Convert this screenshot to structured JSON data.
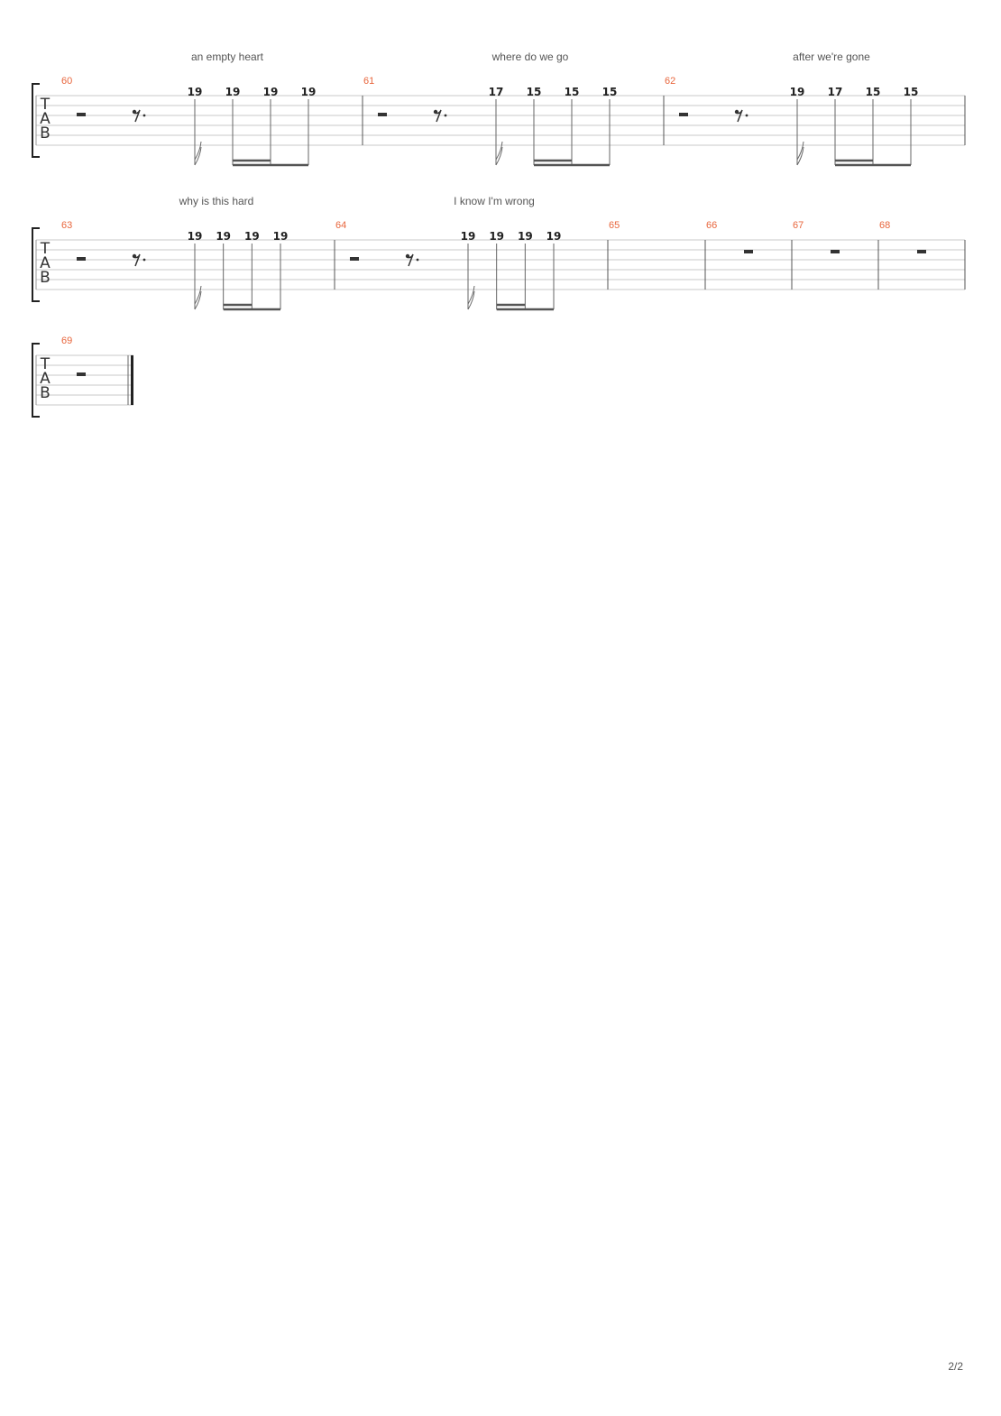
{
  "page_number": "2/2",
  "tab_clef": [
    "T",
    "A",
    "B"
  ],
  "systems": [
    {
      "measures": [
        {
          "number": "60",
          "lyric": "an empty heart",
          "beats": [
            {
              "type": "half-rest"
            },
            {
              "type": "dotted-eighth-rest"
            },
            {
              "type": "note",
              "fret": "19",
              "dur": "16th-grace"
            },
            {
              "type": "note",
              "fret": "19",
              "dur": "16th"
            },
            {
              "type": "note",
              "fret": "19",
              "dur": "8th"
            },
            {
              "type": "note",
              "fret": "19",
              "dur": "8th"
            }
          ]
        },
        {
          "number": "61",
          "lyric": "where do we go",
          "beats": [
            {
              "type": "half-rest"
            },
            {
              "type": "dotted-eighth-rest"
            },
            {
              "type": "note",
              "fret": "17",
              "dur": "16th-grace"
            },
            {
              "type": "note",
              "fret": "15",
              "dur": "16th"
            },
            {
              "type": "note",
              "fret": "15",
              "dur": "8th"
            },
            {
              "type": "note",
              "fret": "15",
              "dur": "8th"
            }
          ]
        },
        {
          "number": "62",
          "lyric": "after we're gone",
          "beats": [
            {
              "type": "half-rest"
            },
            {
              "type": "dotted-eighth-rest"
            },
            {
              "type": "note",
              "fret": "19",
              "dur": "16th-grace"
            },
            {
              "type": "note",
              "fret": "17",
              "dur": "16th"
            },
            {
              "type": "note",
              "fret": "15",
              "dur": "8th"
            },
            {
              "type": "note",
              "fret": "15",
              "dur": "8th"
            }
          ]
        }
      ]
    },
    {
      "measures": [
        {
          "number": "63",
          "lyric": "why is this hard",
          "beats": [
            {
              "type": "half-rest"
            },
            {
              "type": "dotted-eighth-rest"
            },
            {
              "type": "note",
              "fret": "19",
              "dur": "16th-grace"
            },
            {
              "type": "note",
              "fret": "19",
              "dur": "16th"
            },
            {
              "type": "note",
              "fret": "19",
              "dur": "8th"
            },
            {
              "type": "note",
              "fret": "19",
              "dur": "8th"
            }
          ]
        },
        {
          "number": "64",
          "lyric": "I know I'm wrong",
          "beats": [
            {
              "type": "half-rest"
            },
            {
              "type": "dotted-eighth-rest"
            },
            {
              "type": "note",
              "fret": "19",
              "dur": "16th-grace"
            },
            {
              "type": "note",
              "fret": "19",
              "dur": "16th"
            },
            {
              "type": "note",
              "fret": "19",
              "dur": "8th"
            },
            {
              "type": "note",
              "fret": "19",
              "dur": "8th"
            }
          ]
        },
        {
          "number": "65",
          "lyric": "",
          "beats": []
        },
        {
          "number": "66",
          "lyric": "",
          "beats": [
            {
              "type": "whole-rest"
            }
          ]
        },
        {
          "number": "67",
          "lyric": "",
          "beats": [
            {
              "type": "whole-rest"
            }
          ]
        },
        {
          "number": "68",
          "lyric": "",
          "beats": [
            {
              "type": "whole-rest"
            }
          ]
        }
      ]
    },
    {
      "measures": [
        {
          "number": "69",
          "lyric": "",
          "beats": [
            {
              "type": "half-rest"
            }
          ],
          "final_barline": true
        }
      ]
    }
  ]
}
